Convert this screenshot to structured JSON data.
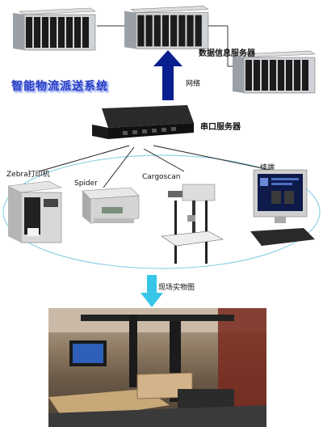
{
  "title": "智能物流派送系统",
  "labels": {
    "data_server": "数据信息服务器",
    "network": "网络",
    "serial_server": "串口服务器",
    "zebra": "Zebra打印机",
    "spider": "Spider",
    "cargoscan": "Cargoscan",
    "terminal": "终端",
    "photo": "现场实物图"
  },
  "colors": {
    "title": "#2a3fbf",
    "network_arrow": "#0a1f8f",
    "photo_arrow": "#38c6e8",
    "ellipse": "#8fd3e6"
  },
  "icons": {
    "server": "rack-server-icon",
    "serial": "serial-server-icon",
    "printer": "label-printer-icon",
    "scale": "weighing-scale-icon",
    "dimensioner": "cargoscan-dimensioner-icon",
    "terminal": "computer-terminal-icon"
  }
}
